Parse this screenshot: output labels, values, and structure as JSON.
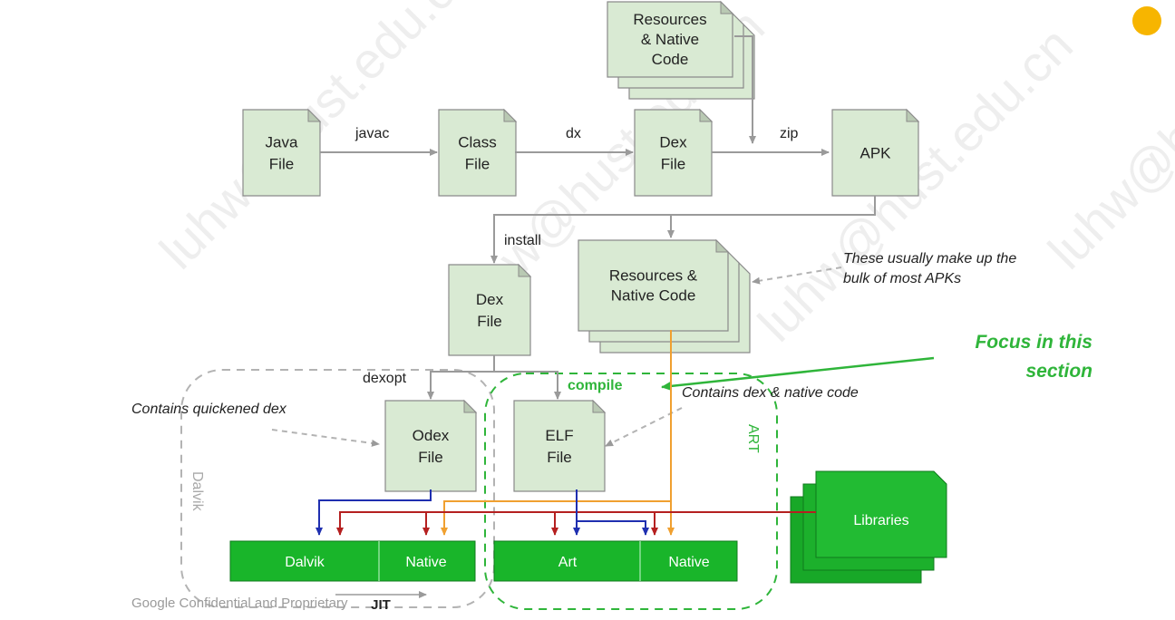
{
  "nodes": {
    "resources_top": "Resources\n& Native\nCode",
    "java_file": "Java\nFile",
    "class_file": "Class\nFile",
    "dex_file_top": "Dex\nFile",
    "apk": "APK",
    "dex_file_mid": "Dex\nFile",
    "resources_mid": "Resources &\nNative Code",
    "odex_file": "Odex\nFile",
    "elf_file": "ELF\nFile",
    "libraries": "Libraries"
  },
  "edges": {
    "javac": "javac",
    "dx": "dx",
    "zip": "zip",
    "install": "install",
    "dexopt": "dexopt",
    "compile": "compile",
    "jit": "JIT"
  },
  "annotations": {
    "bulk_note": "These usually make up the\nbulk of most APKs",
    "focus": "Focus in this\nsection",
    "contains_dex_native": "Contains dex & native code",
    "quickened": "Contains quickened dex",
    "footer": "Google Confidential and Proprietary"
  },
  "regions": {
    "dalvik": "Dalvik",
    "art": "ART"
  },
  "runtimes": {
    "dalvik": "Dalvik",
    "native_left": "Native",
    "art": "Art",
    "native_right": "Native"
  },
  "watermark": "luhw@hust.edu.cn",
  "colors": {
    "doc_fill": "#d9ead3",
    "runtime_green": "#19b52a",
    "focus_green": "#2fb53a",
    "blue_arrow": "#1f2fb0",
    "red_arrow": "#b52020",
    "orange_arrow": "#f0a030",
    "gray_arrow": "#9a9a9a",
    "dot": "#f7b500"
  }
}
